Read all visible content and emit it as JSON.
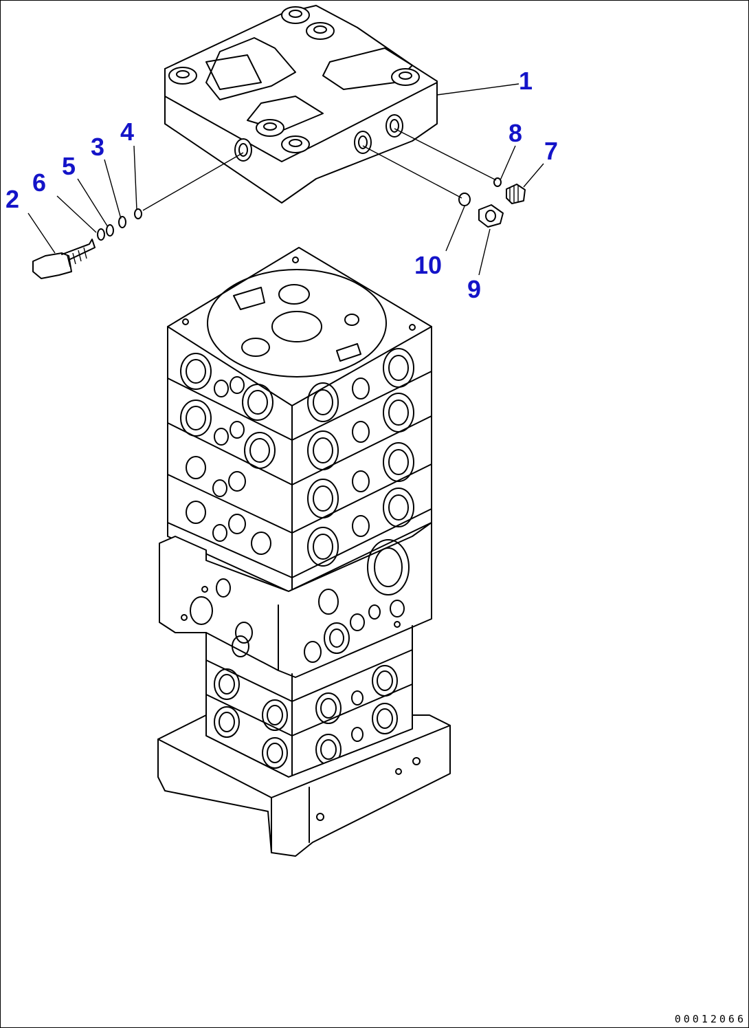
{
  "diagram": {
    "callouts": [
      {
        "id": "c1",
        "label": "1"
      },
      {
        "id": "c2",
        "label": "2"
      },
      {
        "id": "c3",
        "label": "3"
      },
      {
        "id": "c4",
        "label": "4"
      },
      {
        "id": "c5",
        "label": "5"
      },
      {
        "id": "c6",
        "label": "6"
      },
      {
        "id": "c7",
        "label": "7"
      },
      {
        "id": "c8",
        "label": "8"
      },
      {
        "id": "c9",
        "label": "9"
      },
      {
        "id": "c10",
        "label": "10"
      }
    ],
    "callout_color": "#1414c8",
    "line_color": "#000000",
    "reference_number": "00012066"
  }
}
